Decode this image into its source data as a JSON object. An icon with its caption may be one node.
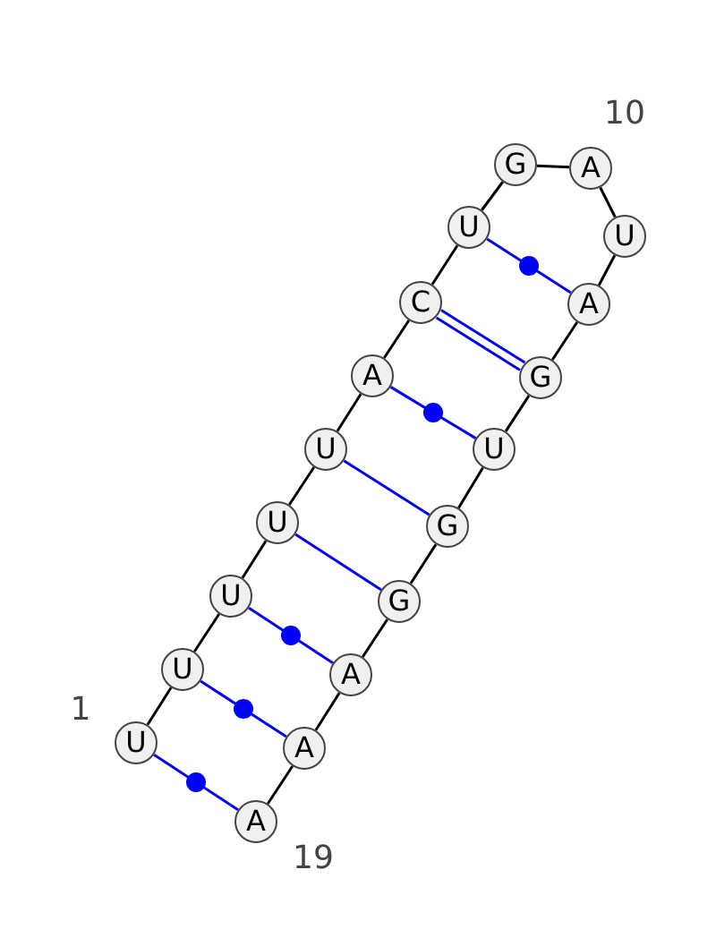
{
  "diagram": {
    "nodes": [
      {
        "text": [
          "U"
        ]
      },
      {
        "text": [
          "U"
        ]
      },
      {
        "text": [
          "U"
        ]
      },
      {
        "text": [
          "U"
        ]
      },
      {
        "text": [
          "U"
        ]
      },
      {
        "text": [
          "A"
        ]
      },
      {
        "text": [
          "C"
        ]
      },
      {
        "text": [
          "U"
        ]
      },
      {
        "text": [
          "G"
        ]
      },
      {
        "text": [
          "A"
        ]
      },
      {
        "text": [
          "U"
        ]
      },
      {
        "text": [
          "A"
        ]
      },
      {
        "text": [
          "G"
        ]
      },
      {
        "text": [
          "U"
        ]
      },
      {
        "text": [
          "G"
        ]
      },
      {
        "text": [
          "G"
        ]
      },
      {
        "text": [
          "A"
        ]
      },
      {
        "text": [
          "A"
        ]
      },
      {
        "text": [
          "A"
        ]
      }
    ],
    "edges": [
      {
        "from": 0,
        "to": 1,
        "arrow": "none"
      },
      {
        "from": 1,
        "to": 2,
        "arrow": "none"
      },
      {
        "from": 2,
        "to": 3,
        "arrow": "none"
      },
      {
        "from": 3,
        "to": 4,
        "arrow": "none"
      },
      {
        "from": 4,
        "to": 5,
        "arrow": "none"
      },
      {
        "from": 5,
        "to": 6,
        "arrow": "none"
      },
      {
        "from": 6,
        "to": 7,
        "arrow": "none"
      },
      {
        "from": 7,
        "to": 8,
        "arrow": "none"
      },
      {
        "from": 8,
        "to": 9,
        "arrow": "none"
      },
      {
        "from": 9,
        "to": 10,
        "arrow": "none"
      },
      {
        "from": 10,
        "to": 11,
        "arrow": "none"
      },
      {
        "from": 11,
        "to": 12,
        "arrow": "none"
      },
      {
        "from": 12,
        "to": 13,
        "arrow": "none"
      },
      {
        "from": 13,
        "to": 14,
        "arrow": "none"
      },
      {
        "from": 14,
        "to": 15,
        "arrow": "none"
      },
      {
        "from": 15,
        "to": 16,
        "arrow": "none"
      },
      {
        "from": 16,
        "to": 17,
        "arrow": "none"
      },
      {
        "from": 17,
        "to": 18,
        "arrow": "none"
      },
      {
        "from": 0,
        "to": 18,
        "arrow": "none",
        "color": "#0000ff"
      },
      {
        "from": 1,
        "to": 17,
        "arrow": "none",
        "color": "#0000ff"
      },
      {
        "from": 2,
        "to": 16,
        "arrow": "none",
        "color": "#0000ff"
      },
      {
        "from": 3,
        "to": 15,
        "arrow": "none",
        "color": "#0000ff"
      },
      {
        "from": 4,
        "to": 14,
        "arrow": "none",
        "color": "#0000ff"
      },
      {
        "from": 5,
        "to": 13,
        "arrow": "none",
        "color": "#0000ff"
      },
      {
        "from": 6,
        "to": 12,
        "arrow": "none",
        "color": "#0000ff"
      },
      {
        "from": 7,
        "to": 11,
        "arrow": "none",
        "color": "#0000ff"
      }
    ],
    "labels": [
      "10",
      "1",
      "19"
    ]
  }
}
